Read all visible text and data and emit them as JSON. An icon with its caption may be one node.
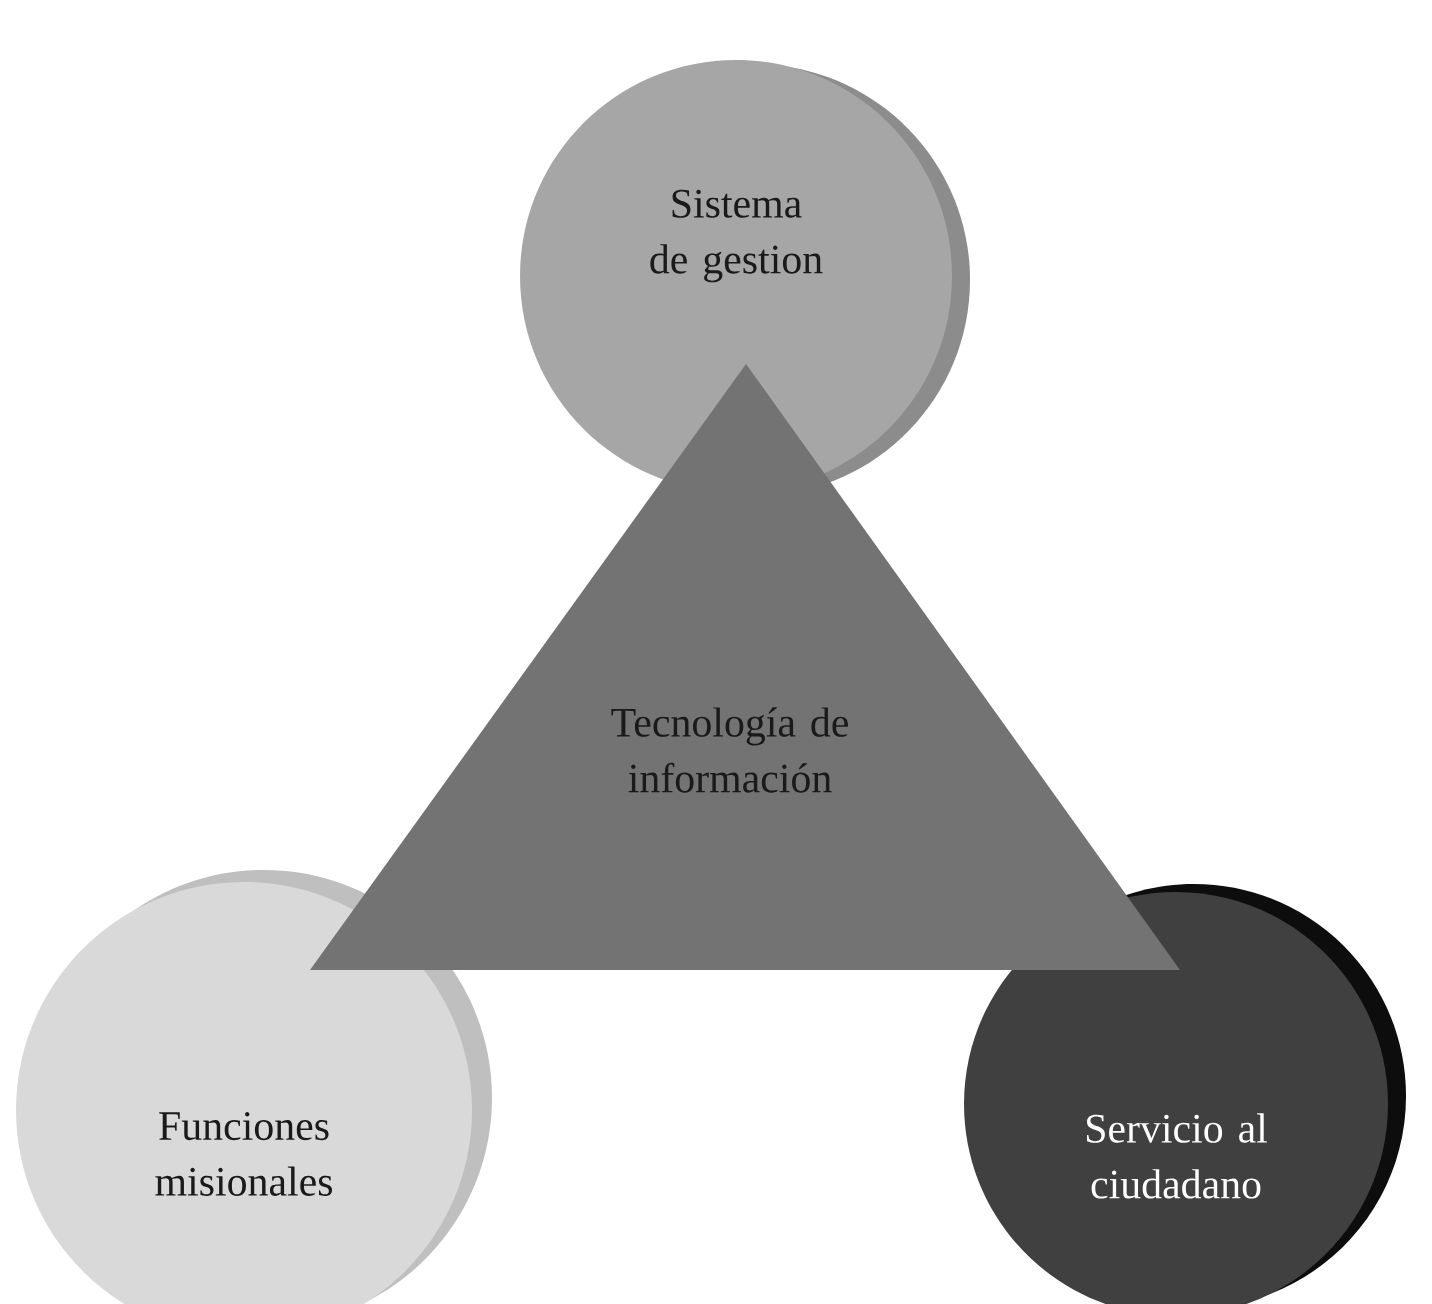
{
  "diagram": {
    "nodes": [
      {
        "text": [
          "Sistema de gestion"
        ]
      },
      {
        "text": [
          "Tecnología de información"
        ]
      },
      {
        "text": [
          "Funciones misionales"
        ]
      },
      {
        "text": [
          "Servicio al ciudadano"
        ]
      }
    ]
  }
}
